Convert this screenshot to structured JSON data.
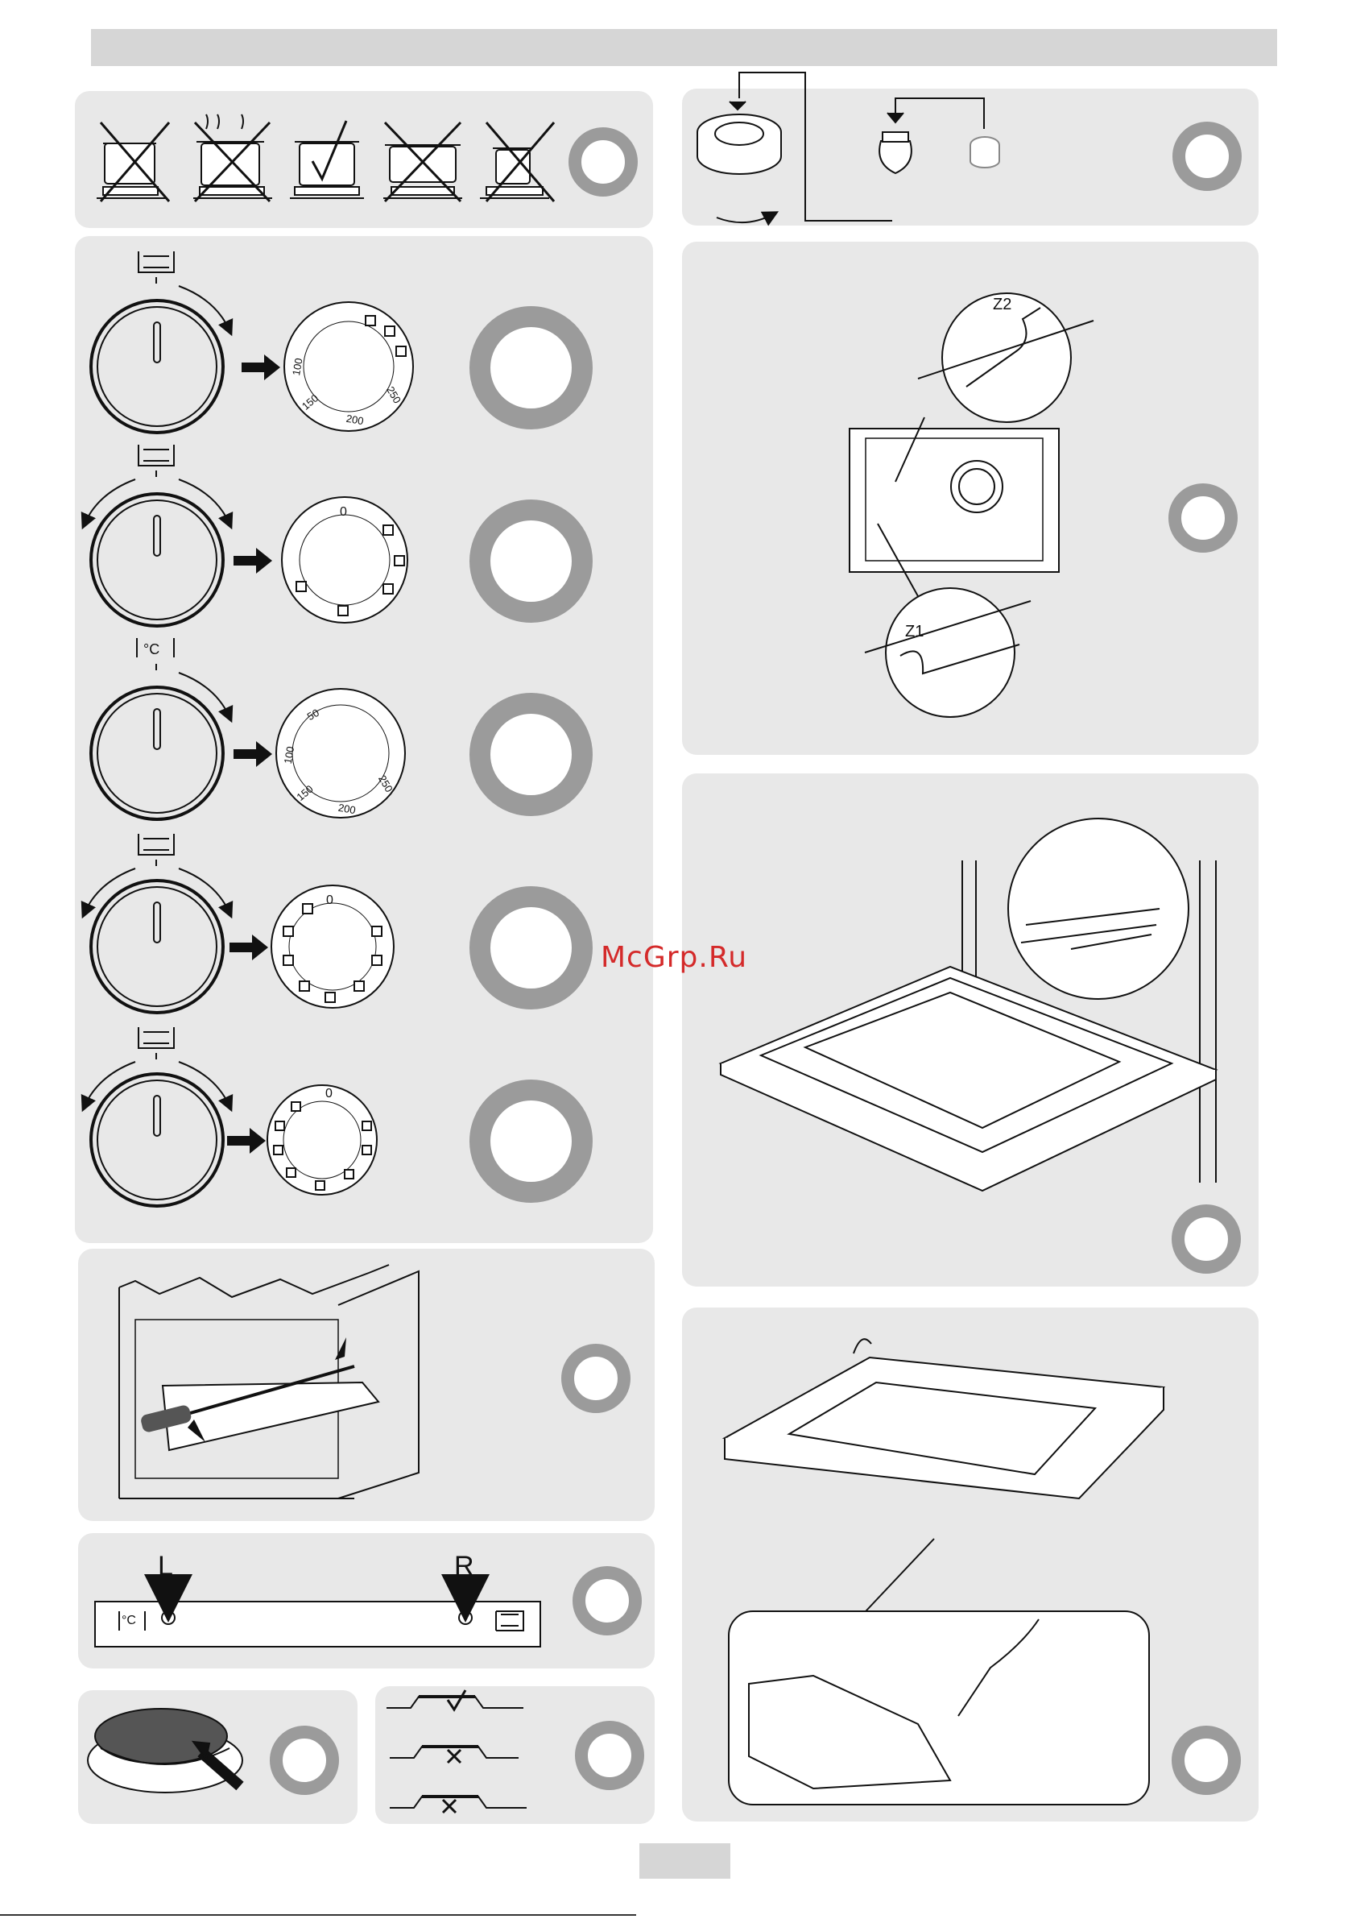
{
  "watermark": "McGrp.Ru",
  "colors": {
    "header_bar": "#d6d6d6",
    "panel": "#e8e8e8",
    "ring": "#9b9b9b",
    "ink": "#111111",
    "watermark": "#d42a2a"
  },
  "icons": [
    "pan-crossed-icon",
    "steam-pan-crossed-icon",
    "pan-check-icon",
    "wide-pan-crossed-icon",
    "small-pan-crossed-icon",
    "oven-switch-icon",
    "thermostat-icon",
    "clockwise-arrow-icon",
    "right-arrow-icon",
    "lamp-cover-icon",
    "bulb-icon",
    "shelf-support-icon",
    "door-hinge-icon",
    "screwdriver-icon",
    "burner-icon"
  ],
  "dials": {
    "dial1_labels": [
      "100",
      "150",
      "200",
      "250"
    ],
    "dial2_labels": [
      "0"
    ],
    "dial3_labels": [
      "50",
      "100",
      "150",
      "200",
      "250"
    ],
    "dial4_labels": [
      "0"
    ],
    "dial5_labels": [
      "0"
    ]
  },
  "hook_labels": {
    "z1": "Z1",
    "z2": "Z2"
  },
  "control_panel": {
    "left": "L",
    "right": "R"
  },
  "symbols": {
    "thermostat": "°C"
  }
}
